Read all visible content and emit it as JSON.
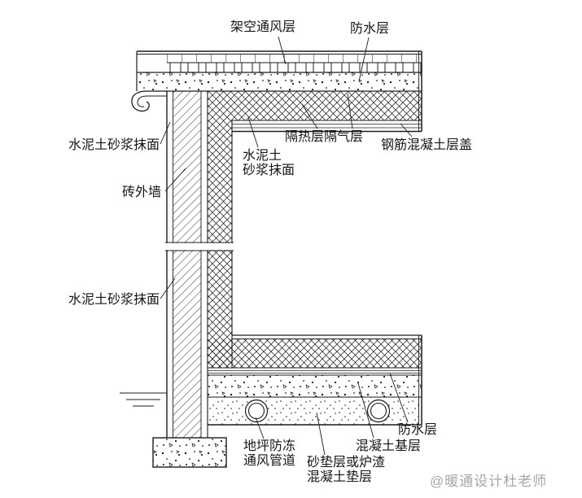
{
  "figure": {
    "type": "construction-detail-section",
    "labels": {
      "elevated_vent_layer": "架空通风层",
      "waterproof_top": "防水层",
      "insulation_vapor": "隔热层隔气层",
      "rc_roof_slab": "钢筋混凝土层盖",
      "cement_plaster_upper_left": "水泥土砂浆抹面",
      "brick_exterior_wall": "砖外墙",
      "cement_plaster_inner_line1": "水泥土",
      "cement_plaster_inner_line2": "砂浆抹面",
      "cement_plaster_lower_left": "水泥土砂浆抹面",
      "floor_antifreeze_line1": "地坪防冻",
      "floor_antifreeze_line2": "通风管道",
      "sand_cushion_line1": "砂垫层或炉渣",
      "sand_cushion_line2": "混凝土垫层",
      "concrete_base": "混凝土基层",
      "waterproof_bottom": "防水层",
      "watermark": "@暖通设计杜老师"
    },
    "colors": {
      "ink": "#1c1c1c",
      "background": "#ffffff",
      "watermark": "#a6a6a6"
    }
  }
}
